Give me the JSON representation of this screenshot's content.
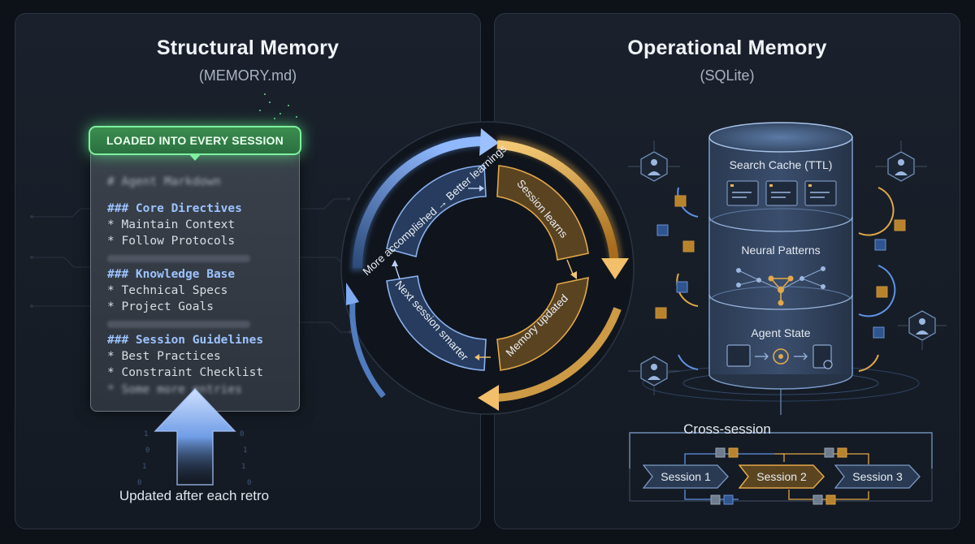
{
  "structural": {
    "title": "Structural Memory",
    "subtitle": "(MEMORY.md)",
    "badge": "LOADED INTO EVERY SESSION",
    "file_heading": "# Agent Markdown",
    "sections": [
      {
        "heading": "### Core Directives",
        "items": [
          "* Maintain Context",
          "* Follow Protocols"
        ]
      },
      {
        "heading": "### Knowledge Base",
        "items": [
          "* Technical Specs",
          "* Project Goals"
        ]
      },
      {
        "heading": "### Session Guidelines",
        "items": [
          "* Best Practices",
          "* Constraint Checklist"
        ]
      }
    ],
    "trailing_line": "* Some more entries",
    "caption": "Updated after each retro"
  },
  "cycle": {
    "steps": [
      "Session learns",
      "Memory updated",
      "Next session smarter",
      "More accomplished → Better learnings"
    ],
    "colors": {
      "blue": "#5f93e6",
      "gold": "#e2a84a"
    }
  },
  "operational": {
    "title": "Operational Memory",
    "subtitle": "(SQLite)",
    "layers": [
      "Search Cache (TTL)",
      "Neural Patterns",
      "Agent State"
    ],
    "cross_label": "Cross-session",
    "sessions": [
      "Session 1",
      "Session 2",
      "Session 3"
    ]
  },
  "colors": {
    "accent_green": "#7ff0a0",
    "accent_blue": "#6aa4ff",
    "accent_gold": "#e2a84a"
  }
}
